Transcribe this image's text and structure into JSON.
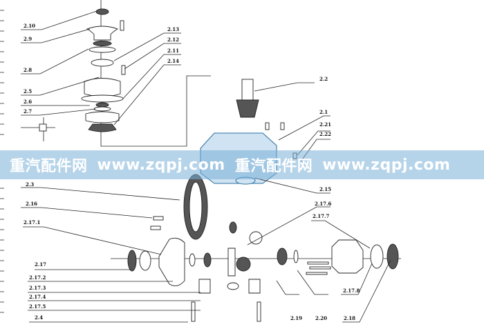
{
  "labels": {
    "l2_10": "2.10",
    "l2_9": "2.9",
    "l2_8": "2.8",
    "l2_5": "2.5",
    "l2_6": "2.6",
    "l2_7": "2.7",
    "l2_13": "2.13",
    "l2_12": "2.12",
    "l2_11": "2.11",
    "l2_14": "2.14",
    "l2_2": "2.2",
    "l2_1": "2.1",
    "l2_21": "2.21",
    "l2_22": "2.22",
    "l2_15": "2.15",
    "l2_3": "2.3",
    "l2_16": "2.16",
    "l2_17_1": "2.17.1",
    "l2_17_6": "2.17.6",
    "l2_17_7": "2.17.7",
    "l2_17": "2.17",
    "l2_17_2": "2.17.2",
    "l2_17_3": "2.17.3",
    "l2_17_4": "2.17.4",
    "l2_17_5": "2.17.5",
    "l2_4": "2.4",
    "l2_19": "2.19",
    "l2_20": "2.20",
    "l2_18": "2.18",
    "l2_17_8": "2.17.8"
  },
  "watermark": {
    "text1": "重汽配件网",
    "text2": "www.zqpj.com",
    "text3": "重汽配件网",
    "text4": "www.zqpj.com"
  }
}
